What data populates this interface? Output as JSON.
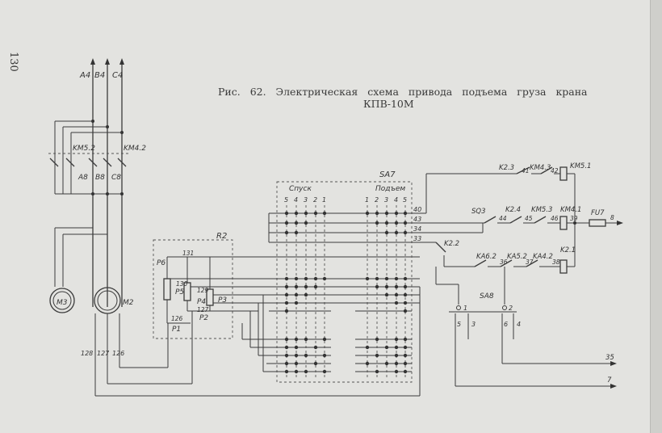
{
  "page": {
    "number": "130",
    "caption_line1": "Рис. 62. Электрическая схема привода подъема груза крана",
    "caption_line2": "КПВ-10М"
  },
  "labels": {
    "phases": [
      "A4",
      "B4",
      "C4"
    ],
    "phases_lower": [
      "A8",
      "B8",
      "C8"
    ],
    "contactors_top": [
      "KM5.2",
      "KM4.2"
    ],
    "motors": [
      "M3",
      "M2"
    ],
    "motor_wires": [
      "128",
      "127",
      "126"
    ],
    "resistor_block": "R2",
    "resistor_nodes": [
      "131",
      "130",
      "129",
      "127",
      "126"
    ],
    "resistor_taps": [
      "P6",
      "P5",
      "P4",
      "P3",
      "P2",
      "P1"
    ],
    "controller": "SA7",
    "direction_down": "Спуск",
    "direction_up": "Подъем",
    "positions_down": [
      "5",
      "4",
      "3",
      "2",
      "1"
    ],
    "positions_up": [
      "1",
      "2",
      "3",
      "4",
      "5"
    ],
    "controller_wires": [
      "40",
      "43",
      "34",
      "33"
    ],
    "relay_k22": "K2.2",
    "row1": [
      "K2.3",
      "41",
      "KM4.3",
      "42",
      "KM5.1"
    ],
    "row2": [
      "SQ3",
      "44",
      "K2.4",
      "45",
      "KM5.3",
      "46",
      "KM4.1",
      "39",
      "FU7",
      "8"
    ],
    "row3": [
      "KA6.2",
      "36",
      "KA5.2",
      "37",
      "KA4.2",
      "38",
      "K2.1"
    ],
    "switch_sa8": [
      "SA8",
      "1",
      "2",
      "5",
      "3",
      "6",
      "4"
    ],
    "outputs": [
      "35",
      "7"
    ]
  }
}
